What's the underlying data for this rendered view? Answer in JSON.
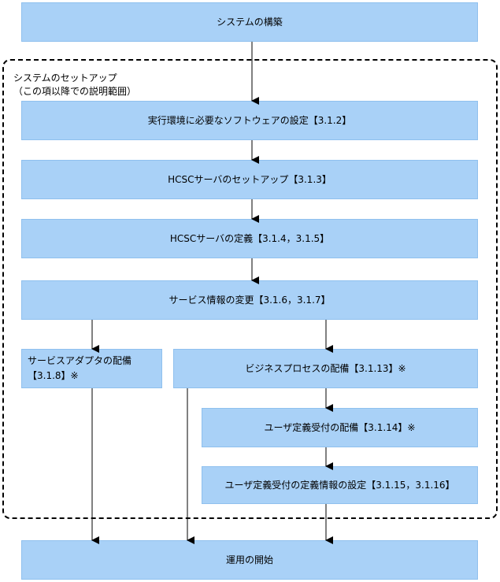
{
  "boxes": {
    "build": "システムの構築",
    "software": "実行環境に必要なソフトウェアの設定【3.1.2】",
    "hcsc_setup": "HCSCサーバのセットアップ【3.1.3】",
    "hcsc_define": "HCSCサーバの定義【3.1.4，3.1.5】",
    "service_change": "サービス情報の変更【3.1.6，3.1.7】",
    "adapter_line1": "サービスアダプタの配備",
    "adapter_line2": "【3.1.8】※",
    "business_process": "ビジネスプロセスの配備【3.1.13】※",
    "user_reception": "ユーザ定義受付の配備【3.1.14】※",
    "user_reception_info": "ユーザ定義受付の定義情報の設定【3.1.15，3.1.16】",
    "operation": "運用の開始"
  },
  "group": {
    "title": "システムのセットアップ",
    "subtitle": "（この項以降での説明範囲）"
  }
}
